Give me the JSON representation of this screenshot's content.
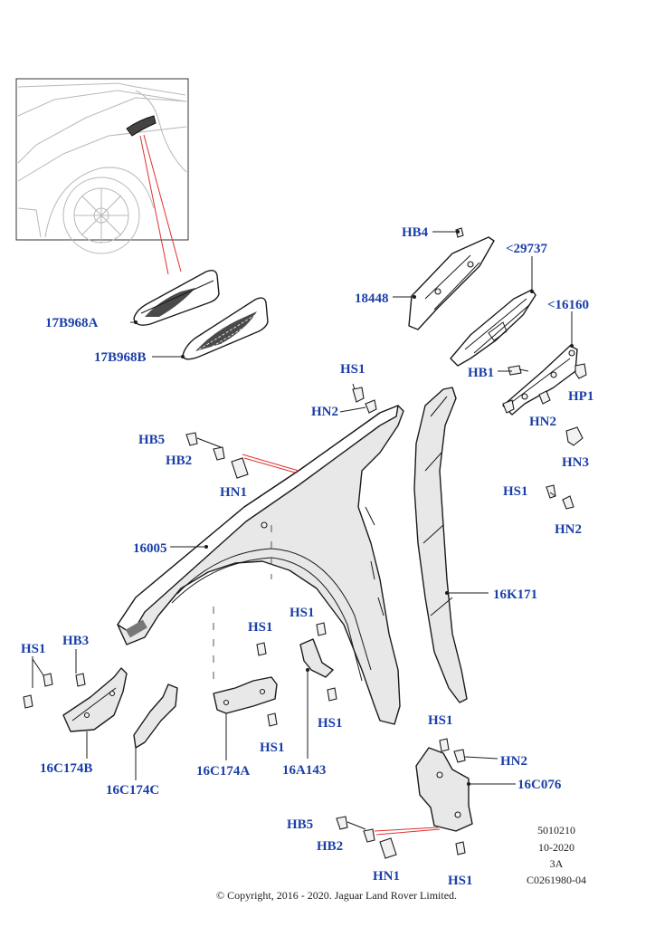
{
  "labels": {
    "hb4": "HB4",
    "p29737": "<29737",
    "p18448": "18448",
    "p16160": "<16160",
    "hb1": "HB1",
    "hp1": "HP1",
    "hn2_a": "HN2",
    "hn3": "HN3",
    "hs1_a": "HS1",
    "hn2_b": "HN2",
    "hn2_c": "HN2",
    "p17b968a": "17B968A",
    "p17b968b": "17B968B",
    "hs1_b": "HS1",
    "hb5_a": "HB5",
    "hb2_a": "HB2",
    "hn1_a": "HN1",
    "p16005": "16005",
    "p16k171": "16K171",
    "hs1_c": "HS1",
    "hb3": "HB3",
    "hs1_d": "HS1",
    "hs1_e": "HS1",
    "hs1_f": "HS1",
    "hs1_g": "HS1",
    "p16c174b": "16C174B",
    "p16c174c": "16C174C",
    "p16c174a": "16C174A",
    "p16a143": "16A143",
    "hs1_h": "HS1",
    "hn2_d": "HN2",
    "p16c076": "16C076",
    "hb5_b": "HB5",
    "hb2_b": "HB2",
    "hn1_b": "HN1",
    "hs1_i": "HS1"
  },
  "meta": {
    "line1": "5010210",
    "line2": "10-2020",
    "line3": "3A",
    "line4": "C0261980-04"
  },
  "copyright": "© Copyright, 2016 - 2020. Jaguar Land Rover Limited."
}
